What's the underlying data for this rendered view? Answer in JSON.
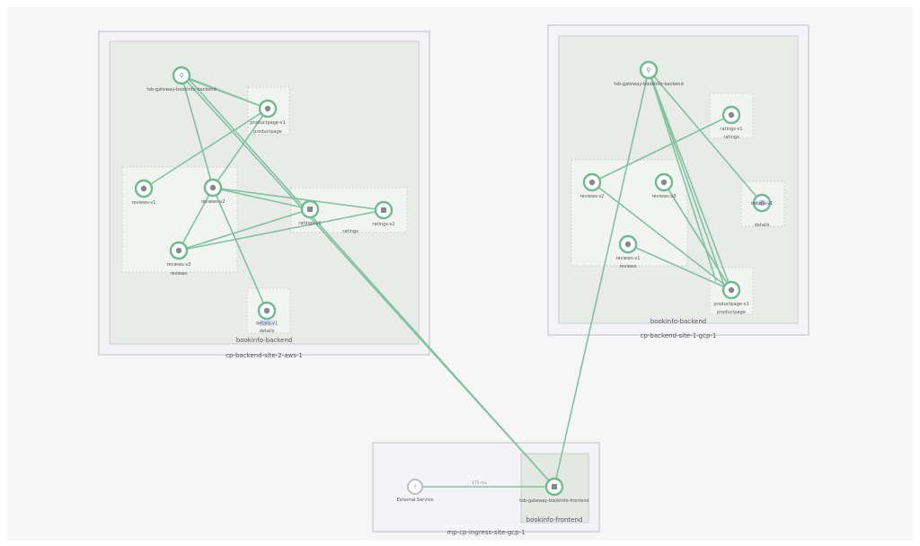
{
  "clusters": [
    {
      "id": "aws",
      "label": "cp-backend-site-2-aws-1",
      "namespace": "bookinfo-backend"
    },
    {
      "id": "gcp",
      "label": "cp-backend-site-1-gcp-1",
      "namespace": "bookinfo-backend"
    },
    {
      "id": "ing",
      "label": "mp-cp-ingress-site-gcp-1",
      "namespace": "bookinfo-frontend"
    }
  ],
  "aws": {
    "gateway": "tsb-gateway-bookinfo-backend",
    "productpage_v1": "productpage-v1",
    "productpage_app": "productpage",
    "reviews_v1": "reviews-v1",
    "reviews_v2": "reviews-v2",
    "reviews_v3": "reviews-v3",
    "reviews_app": "reviews",
    "ratings_v1": "ratings-v1",
    "ratings_v2": "ratings-v2",
    "ratings_app": "ratings",
    "details_v1": "details-v1",
    "details_app": "details"
  },
  "gcp": {
    "gateway": "tsb-gateway-bookinfo-backend",
    "ratings_v1": "ratings-v1",
    "ratings_app": "ratings",
    "reviews_v1": "reviews-v1",
    "reviews_v2": "reviews-v2",
    "reviews_v3": "reviews-v3",
    "reviews_app": "reviews",
    "details_v1": "details-v1",
    "details_app": "details",
    "productpage_v1": "productpage-v1",
    "productpage_app": "productpage"
  },
  "ingress": {
    "external": "External Service",
    "gateway": "tsb-gateway-bookinfo-frontend",
    "edge_label": "175 ms"
  },
  "colors": {
    "edge": "#7fc4a0",
    "node_ring": "#6dbb91",
    "cluster_bg": "#e9ece9"
  }
}
